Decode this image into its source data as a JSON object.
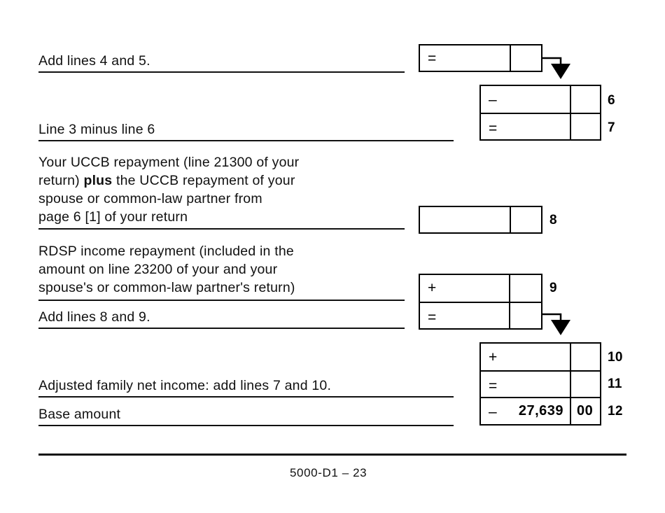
{
  "form": {
    "footer_code": "5000-D1 – 23"
  },
  "rows": [
    {
      "id": "add-lines-4-and-5",
      "label": "Add lines 4 and 5.",
      "sign": "=",
      "value": "",
      "cents": "",
      "line_number": ""
    },
    {
      "id": "line-6",
      "label": "",
      "sign": "–",
      "value": "",
      "cents": "",
      "line_number": "6"
    },
    {
      "id": "line-3-minus-line-6",
      "label": "Line 3 minus line 6",
      "sign": "=",
      "value": "",
      "cents": "",
      "line_number": "7"
    },
    {
      "id": "uccb-repayment",
      "label_part1": "Your UCCB repayment (line 21300 of your\nreturn) ",
      "label_bold": "plus",
      "label_part2": " the UCCB repayment of your\nspouse or common-law partner from\npage 6 [1] of your return",
      "sign": "",
      "value": "",
      "cents": "",
      "line_number": "8"
    },
    {
      "id": "rdsp-income-repayment",
      "label": "RDSP income repayment (included in the\namount on line 23200 of your and your\nspouse's or common-law partner's return)",
      "sign": "+",
      "value": "",
      "cents": "",
      "line_number": "9"
    },
    {
      "id": "add-lines-8-and-9",
      "label": "Add lines 8 and 9.",
      "sign": "=",
      "value": "",
      "cents": "",
      "line_number": ""
    },
    {
      "id": "line-10",
      "label": "",
      "sign": "+",
      "value": "",
      "cents": "",
      "line_number": "10"
    },
    {
      "id": "adjusted-family-net-income",
      "label": "Adjusted family net income: add lines 7 and 10.",
      "sign": "=",
      "value": "",
      "cents": "",
      "line_number": "11"
    },
    {
      "id": "base-amount",
      "label": "Base amount",
      "sign": "–",
      "value": "27,639",
      "cents": "00",
      "line_number": "12"
    }
  ]
}
